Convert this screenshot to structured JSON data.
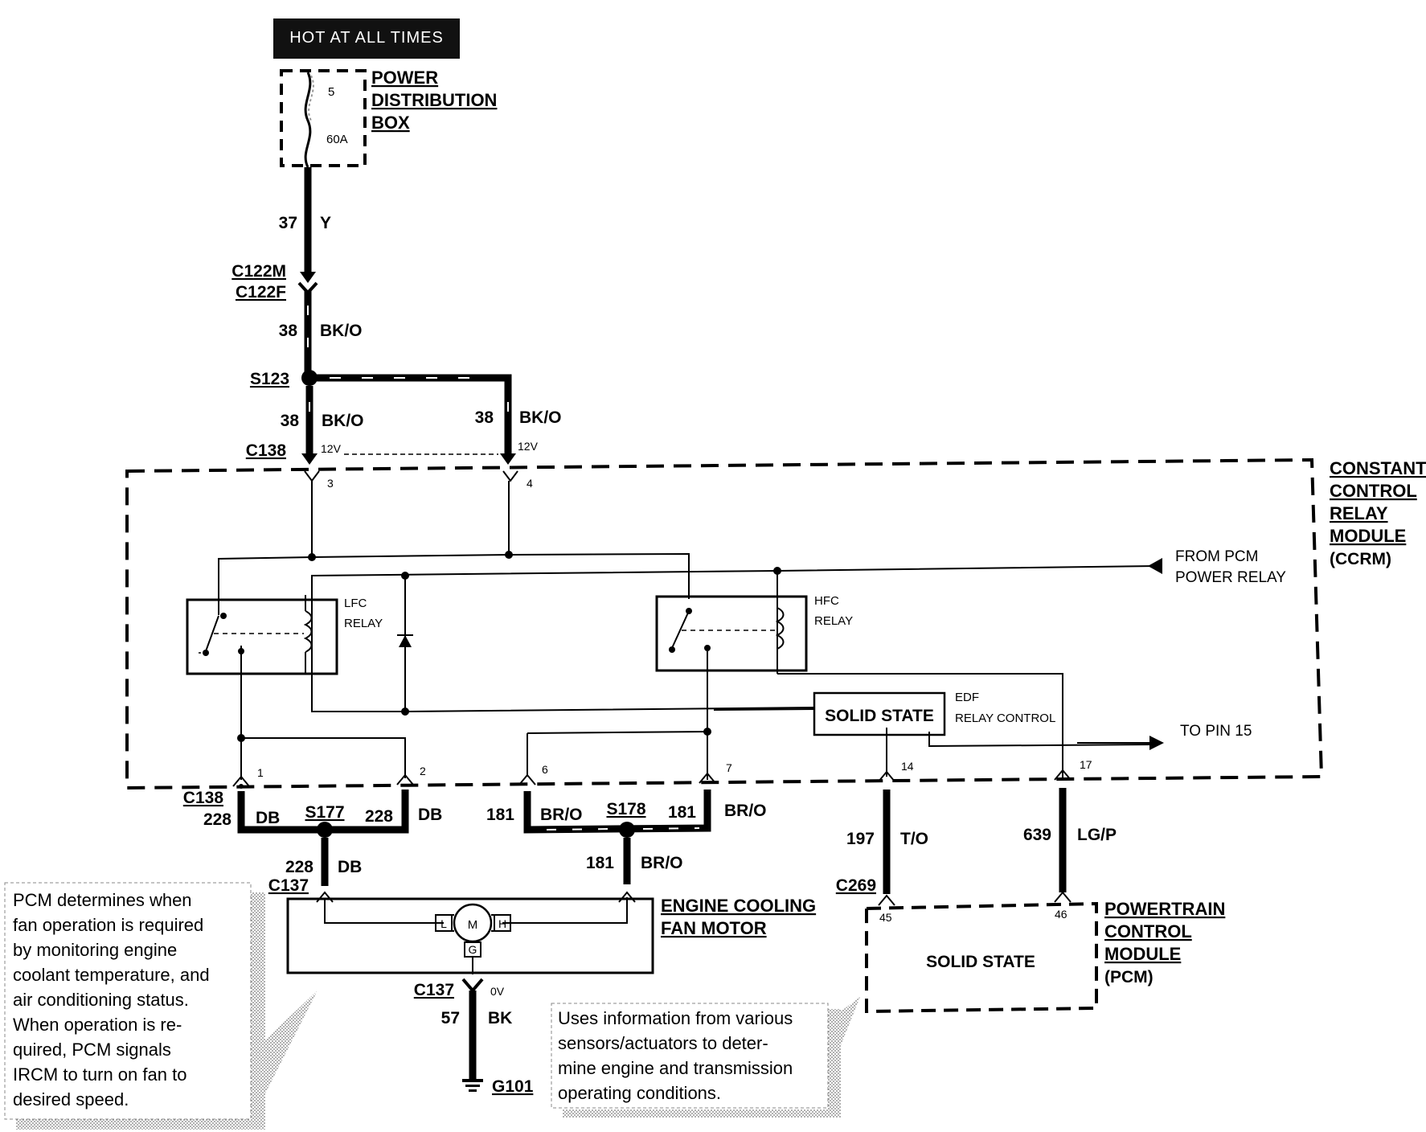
{
  "hot_label": "HOT AT ALL TIMES",
  "pdb": {
    "title": [
      "POWER",
      "DISTRIBUTION",
      "BOX"
    ],
    "fuse_number": "5",
    "fuse_rating": "60A"
  },
  "wires": {
    "w37": {
      "num": "37",
      "color": "Y"
    },
    "w38a": {
      "num": "38",
      "color": "BK/O"
    },
    "w38b": {
      "num": "38",
      "color": "BK/O"
    },
    "w38c": {
      "num": "38",
      "color": "BK/O"
    },
    "w228a": {
      "num": "228",
      "color": "DB"
    },
    "w228b": {
      "num": "228",
      "color": "DB"
    },
    "w228c": {
      "num": "228",
      "color": "DB"
    },
    "w181a": {
      "num": "181",
      "color": "BR/O"
    },
    "w181b": {
      "num": "181",
      "color": "BR/O"
    },
    "w181c": {
      "num": "181",
      "color": "BR/O"
    },
    "w197": {
      "num": "197",
      "color": "T/O"
    },
    "w639": {
      "num": "639",
      "color": "LG/P"
    },
    "w57": {
      "num": "57",
      "color": "BK"
    }
  },
  "connectors": {
    "c122m": "C122M",
    "c122f": "C122F",
    "s123": "S123",
    "c138_top": "C138",
    "c138_bottom": "C138",
    "s177": "S177",
    "s178": "S178",
    "c137_top": "C137",
    "c137_bottom": "C137",
    "c269": "C269",
    "g101": "G101"
  },
  "voltages": {
    "v12a": "12V",
    "v12b": "12V",
    "v0": "0V"
  },
  "pins": {
    "p3": "3",
    "p4": "4",
    "p1": "1",
    "p2": "2",
    "p6": "6",
    "p7": "7",
    "p14": "14",
    "p17": "17",
    "p45": "45",
    "p46": "46"
  },
  "ccrm": {
    "title": [
      "CONSTANT",
      "CONTROL",
      "RELAY",
      "MODULE"
    ],
    "abbrev": "(CCRM)",
    "lfc_relay": [
      "LFC",
      "RELAY"
    ],
    "hfc_relay": [
      "HFC",
      "RELAY"
    ],
    "solid_state": "SOLID STATE",
    "edf": [
      "EDF",
      "RELAY CONTROL"
    ],
    "from_pcm": [
      "FROM PCM",
      "POWER  RELAY"
    ],
    "to_pin": "TO PIN 15"
  },
  "fan_motor": {
    "title": [
      "ENGINE COOLING",
      "FAN MOTOR"
    ],
    "letters": {
      "m": "M",
      "l": "L",
      "h": "H",
      "g": "G"
    }
  },
  "pcm": {
    "title": [
      "POWERTRAIN",
      "CONTROL",
      "MODULE"
    ],
    "abbrev": "(PCM)",
    "inner": "SOLID STATE"
  },
  "notes": {
    "left": [
      "PCM determines when",
      "fan operation is required",
      "by monitoring engine",
      "coolant temperature, and",
      "air conditioning status.",
      "When operation is re-",
      "quired, PCM signals",
      "IRCM to turn on fan to",
      "desired speed."
    ],
    "right": [
      "Uses information from various",
      "sensors/actuators to deter-",
      "mine engine and transmission",
      "operating conditions."
    ]
  }
}
